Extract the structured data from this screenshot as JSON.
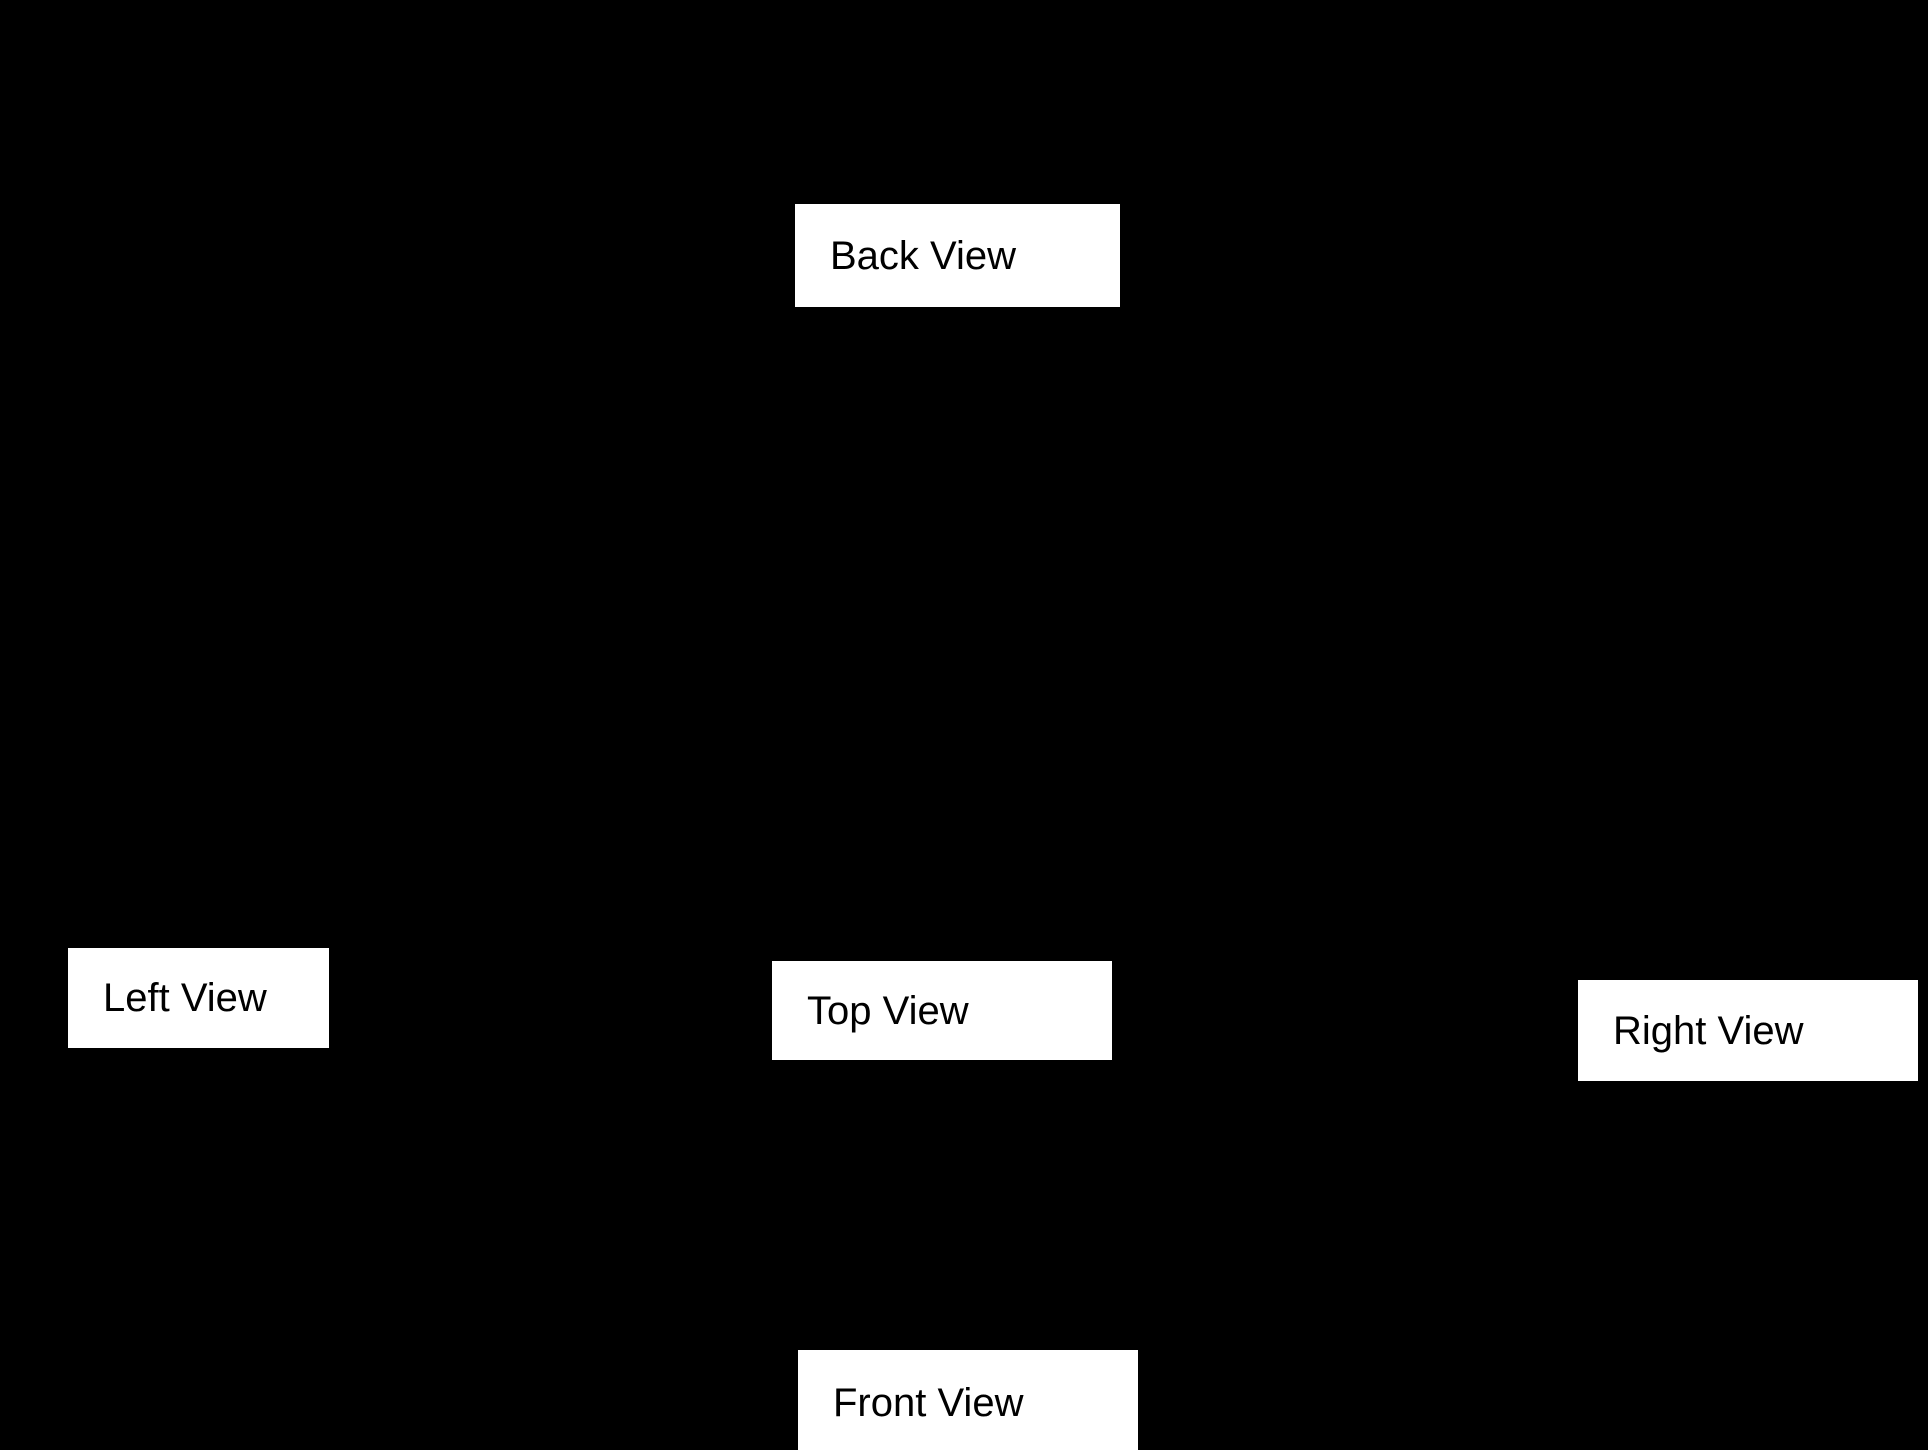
{
  "diagram": {
    "background_color": "#000000",
    "label_box_color": "#ffffff",
    "label_text_color": "#000000",
    "labels": {
      "back": "Back View",
      "left": "Left View",
      "top": "Top View",
      "right": "Right View",
      "front": "Front View"
    }
  }
}
